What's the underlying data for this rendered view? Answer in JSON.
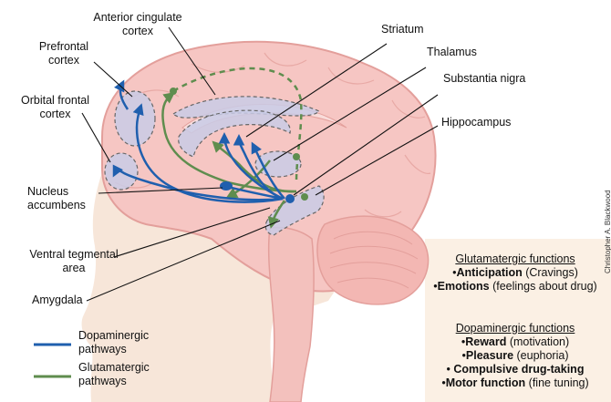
{
  "regions": {
    "anterior_cingulate_cortex": "Anterior cingulate\ncortex",
    "prefrontal_cortex": "Prefrontal\ncortex",
    "orbital_frontal_cortex": "Orbital  frontal\ncortex",
    "nucleus_accumbens": "Nucleus\naccumbens",
    "ventral_tegmental_area": "Ventral tegmental\narea",
    "amygdala": "Amygdala",
    "striatum": "Striatum",
    "thalamus": "Thalamus",
    "substantia_nigra": "Substantia nigra",
    "hippocampus": "Hippocampus"
  },
  "legend": {
    "dopaminergic": {
      "label": "Dopaminergic\npathways",
      "color": "#1f5fae"
    },
    "glutamatergic": {
      "label": "Glutamatergic\npathways",
      "color": "#5f8d4e"
    }
  },
  "glutamatergic_functions": {
    "heading": "Glutamatergic functions",
    "items": [
      {
        "bullet": "•",
        "term": "Anticipation",
        "detail": " (Cravings)"
      },
      {
        "bullet": "•",
        "term": "Emotions",
        "detail": " (feelings about drug)"
      }
    ]
  },
  "dopaminergic_functions": {
    "heading": "Dopaminergic functions",
    "items": [
      {
        "bullet": "•",
        "term": "Reward",
        "detail": " (motivation)"
      },
      {
        "bullet": "•",
        "term": "Pleasure",
        "detail": " (euphoria)"
      },
      {
        "bullet": "• ",
        "term": "Compulsive drug-taking",
        "detail": ""
      },
      {
        "bullet": "•",
        "term": "Motor function",
        "detail": " (fine tuning)"
      }
    ]
  },
  "credit": "Christopher A. Blackwood",
  "colors": {
    "brain": "#f6c6c3",
    "brain_outline": "#e39f9b",
    "region_fill": "#c9cbe6",
    "face": "#f7e6d9",
    "info_panel": "#fbf0e4"
  }
}
